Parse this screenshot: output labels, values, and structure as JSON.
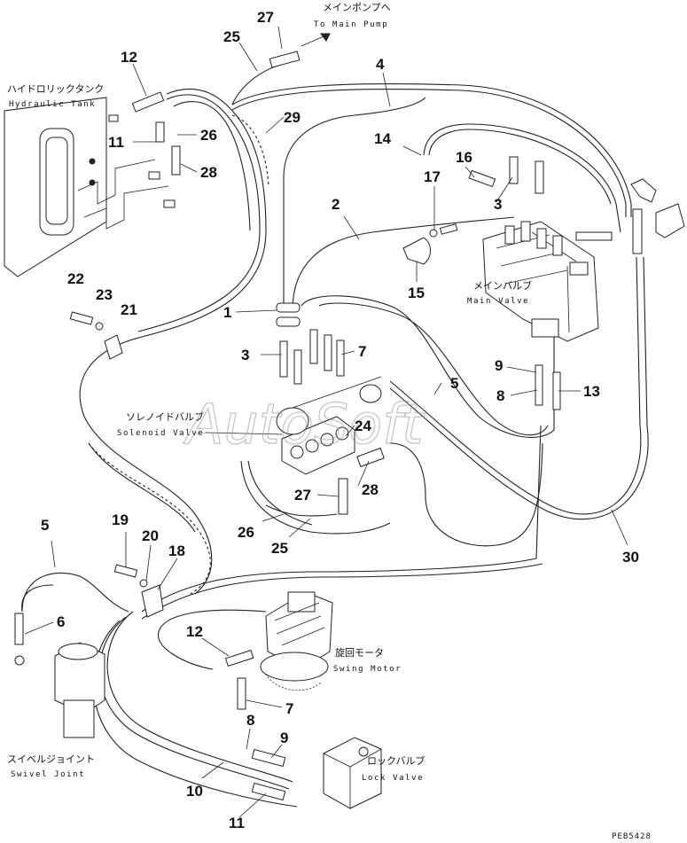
{
  "watermark": "AutoSoft",
  "drawing_code": "PEB5428",
  "components": {
    "main_pump": {
      "jp": "メインポンプへ",
      "en": "To Main Pump"
    },
    "hydraulic_tank": {
      "jp": "ハイドロリックタンク",
      "en": "Hydraulic Tank"
    },
    "main_valve": {
      "jp": "メインバルブ",
      "en": "Main Valve"
    },
    "solenoid_valve": {
      "jp": "ソレノイドバルブ",
      "en": "Solenoid Valve"
    },
    "swing_motor": {
      "jp": "旋回モータ",
      "en": "Swing Motor"
    },
    "swivel_joint": {
      "jp": "スイベルジョイント",
      "en": "Swivel Joint"
    },
    "lock_valve": {
      "jp": "ロックバルブ",
      "en": "Lock Valve"
    }
  },
  "part_numbers": {
    "p27a": "27",
    "p25a": "25",
    "p4": "4",
    "p12a": "12",
    "p29": "29",
    "p26a": "26",
    "p11a": "11",
    "p28a": "28",
    "p14": "14",
    "p16": "16",
    "p17": "17",
    "p3a": "3",
    "p2": "2",
    "p15": "15",
    "p22": "22",
    "p23": "23",
    "p21": "21",
    "p1": "1",
    "p3b": "3",
    "p7a": "7",
    "p9a": "9",
    "p8a": "8",
    "p13": "13",
    "p5a": "5",
    "p24": "24",
    "p28b": "28",
    "p27b": "27",
    "p26b": "26",
    "p25b": "25",
    "p30": "30",
    "p5b": "5",
    "p19": "19",
    "p20": "20",
    "p18": "18",
    "p6": "6",
    "p12b": "12",
    "p7b": "7",
    "p8b": "8",
    "p9b": "9",
    "p10": "10",
    "p11b": "11"
  }
}
